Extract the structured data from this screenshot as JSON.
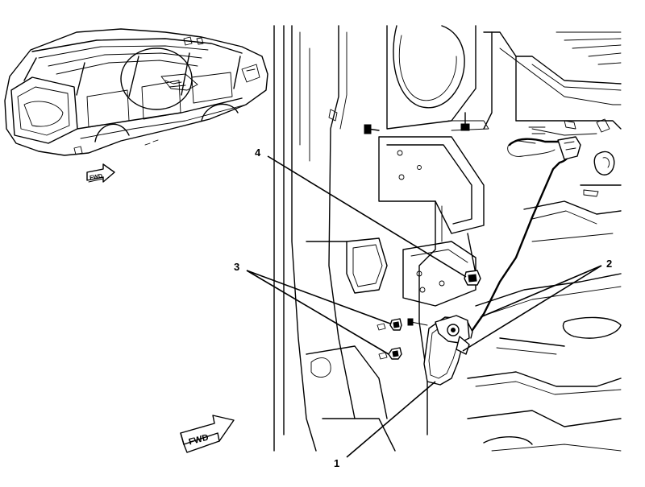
{
  "orientation": {
    "arrow_label_small": "FWD",
    "arrow_label_large": "FWD"
  },
  "callouts": [
    {
      "id": "1",
      "label": "1"
    },
    {
      "id": "2",
      "label": "2"
    },
    {
      "id": "3",
      "label": "3"
    },
    {
      "id": "4",
      "label": "4"
    }
  ],
  "colors": {
    "ink": "#000000",
    "paper": "#ffffff"
  },
  "icons": [
    "vehicle-overview-icon",
    "fwd-arrow-icon",
    "magnifier-circle-icon"
  ]
}
